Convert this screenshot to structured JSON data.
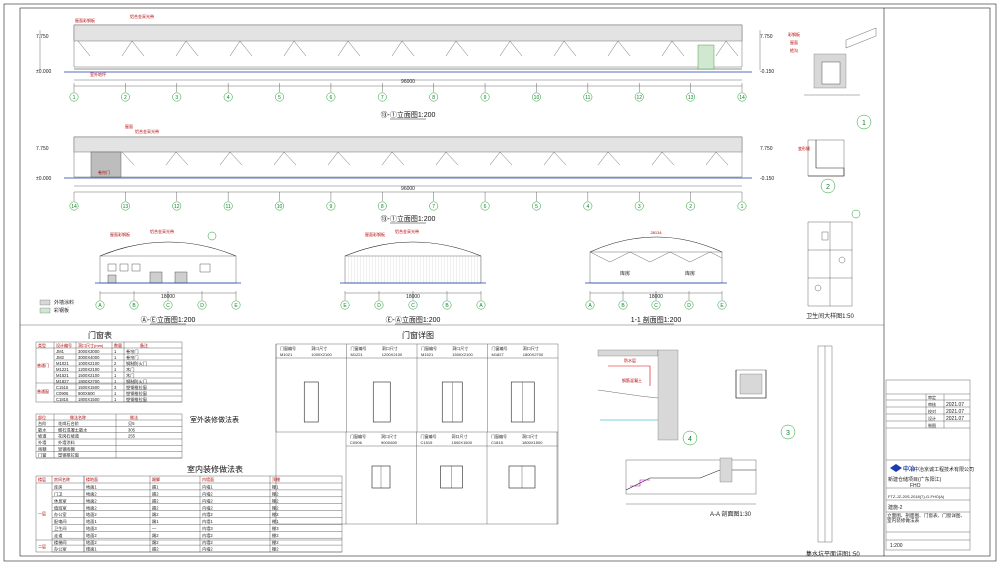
{
  "elevations": {
    "front_title": "⑬-①立面图1:200",
    "rear_title": "⑬-①立面图1:200",
    "side_a_title": "Ⓐ-Ⓔ立面图1:200",
    "side_b_title": "Ⓔ-Ⓐ立面图1:200",
    "section_title": "1-1  剖面图1:200",
    "grid_top": [
      "1",
      "2",
      "3",
      "4",
      "5",
      "6",
      "7",
      "8",
      "9",
      "10",
      "11",
      "12",
      "13",
      "14"
    ],
    "grid_bottom": [
      "14",
      "13",
      "12",
      "11",
      "10",
      "9",
      "8",
      "7",
      "6",
      "5",
      "4",
      "3",
      "2",
      "1"
    ],
    "grid_side": [
      "A",
      "B",
      "C",
      "D",
      "E"
    ],
    "total_dim": "96000",
    "side_dim": "18000",
    "section_span": "28134",
    "section_room": "库房"
  },
  "details": {
    "d1": "1",
    "d2": "2",
    "d3": "3",
    "d4": "4",
    "toilet_title": "卫生间大样图1:50",
    "aa_title": "A-A  剖面图1:30",
    "water_title": "集水坑平面详图1:50"
  },
  "door_window_table": {
    "title": "门窗表",
    "headers": [
      "类型",
      "设计编号",
      "洞口尺寸(mm)",
      "数量",
      "备注"
    ],
    "groups": [
      "普通门",
      "普通窗"
    ],
    "rows": [
      [
        "JM1",
        "3000X3000",
        "1",
        "卷帘门"
      ],
      [
        "JM2",
        "3000X4000",
        "1",
        "卷帘门"
      ],
      [
        "M1021",
        "1000X2100",
        "2",
        "钢制防火门"
      ],
      [
        "M1221",
        "1200X2100",
        "1",
        "木门"
      ],
      [
        "M1521",
        "1500X2100",
        "1",
        "木门"
      ],
      [
        "M1827",
        "1800X2700",
        "1",
        "钢制防火门"
      ],
      [
        "C1515",
        "1500X1500",
        "3",
        "塑钢推拉窗"
      ],
      [
        "C0906",
        "900X600",
        "1",
        "塑钢推拉窗"
      ],
      [
        "C1815",
        "1800X1500",
        "1",
        "塑钢推拉窗"
      ]
    ]
  },
  "door_window_detail": {
    "title": "门窗详图",
    "door_codes": [
      "M1021",
      "M1221",
      "M1521",
      "M1827"
    ],
    "door_sizes": [
      "1000X2100",
      "1200X2100",
      "1500X2100",
      "1800X2700"
    ],
    "window_codes": [
      "C0906",
      "C1515",
      "C1815"
    ],
    "window_sizes": [
      "900X600",
      "1500X1500",
      "1800X1500"
    ],
    "h_code": "门窗编号",
    "h_size": "洞口尺寸"
  },
  "exterior_table": {
    "title": "室外装修做法表",
    "headers": [
      "部位",
      "做法名称",
      "做法"
    ],
    "rows": [
      [
        "台阶",
        "花岗石台阶",
        "见5"
      ],
      [
        "散水",
        "细石混凝土散水",
        "305"
      ],
      [
        "坡道",
        "花岗石坡道",
        "255"
      ],
      [
        "外墙",
        "外墙涂料",
        ""
      ],
      [
        "雨棚",
        "轻钢雨棚",
        ""
      ],
      [
        "门窗",
        "塑钢推拉窗",
        ""
      ]
    ]
  },
  "interior_table": {
    "title": "室内装修做法表",
    "headers": [
      "楼层",
      "房间名称",
      "楼地面",
      "踢脚",
      "内墙面",
      "顶棚"
    ],
    "floors": [
      "一层",
      "二层"
    ],
    "rows": [
      [
        "库房",
        "地面1",
        "踢1",
        "内墙1",
        "棚1"
      ],
      [
        "门卫",
        "地面2",
        "踢2",
        "内墙2",
        "棚2"
      ],
      [
        "休息室",
        "地面2",
        "踢2",
        "内墙2",
        "棚2"
      ],
      [
        "值班室",
        "地面2",
        "踢2",
        "内墙2",
        "棚2"
      ],
      [
        "办公室",
        "地面2",
        "踢2",
        "内墙2",
        "棚2"
      ],
      [
        "配电间",
        "地面1",
        "踢1",
        "内墙1",
        "棚1"
      ],
      [
        "卫生间",
        "地面3",
        "—",
        "内墙3",
        "棚3"
      ],
      [
        "走道",
        "地面2",
        "踢2",
        "内墙2",
        "棚2"
      ],
      [
        "楼梯间",
        "地面2",
        "踢2",
        "内墙2",
        "棚2"
      ],
      [
        "办公室",
        "楼面1",
        "踢2",
        "内墙2",
        "棚2"
      ]
    ]
  },
  "title_block": {
    "company": "中冶京诚工程技术有限公司",
    "project": "新建仓储项目(广东阳江)",
    "subproject": "FHO",
    "drawing_no": "FTZ-JZ-20S-2018(7)-G-FHO(A)",
    "drawing_name": "立面图、剖面图、门窗表、门窗详图、室内装修做法表",
    "scale": "1:200",
    "sheet": "建施-2",
    "dates": [
      "2021.07",
      "2021.07",
      "2021.07"
    ],
    "sign_roles": [
      "审定",
      "审核",
      "校对",
      "设计",
      "制图"
    ]
  },
  "colors": {
    "line": "#222222",
    "cyan": "#00a6b8",
    "green": "#1d9e2e",
    "magenta": "#c800c8",
    "red": "#e00000"
  }
}
